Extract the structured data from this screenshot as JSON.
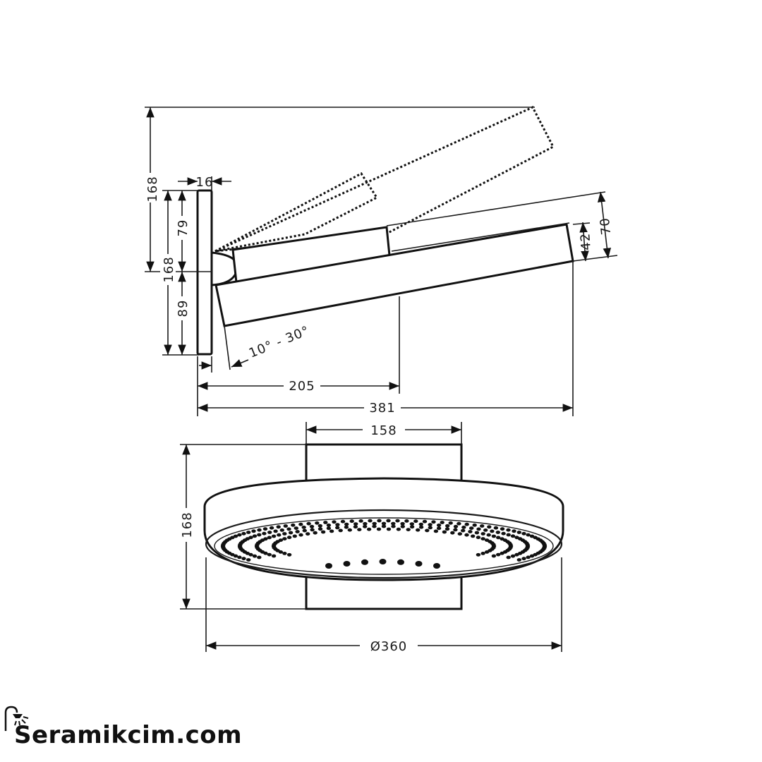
{
  "side_view": {
    "dim_total_height": "168",
    "dim_plate_thickness": "16",
    "dim_plate_height": "168",
    "dim_upper": "79",
    "dim_lower": "89",
    "dim_head_height": "70",
    "dim_head_thickness": "42",
    "dim_angle": "10° - 30°",
    "dim_arm_length": "205",
    "dim_total_length": "381"
  },
  "front_view": {
    "dim_plate_width": "158",
    "dim_height": "168",
    "dim_diameter": "Ø360"
  },
  "brand": {
    "name": "Seramikcim.com"
  }
}
